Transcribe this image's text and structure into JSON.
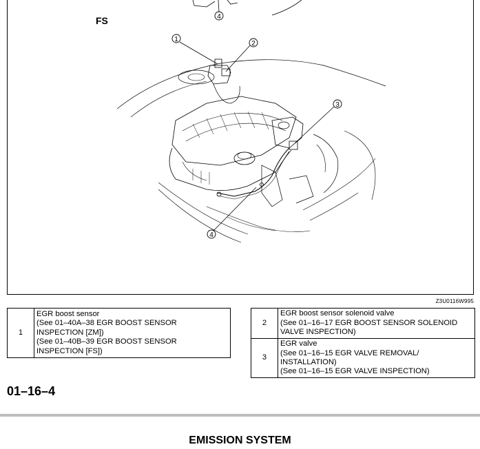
{
  "figure": {
    "variant_label": "FS",
    "figure_code": "Z3U0116W995",
    "callouts": [
      "1",
      "2",
      "3",
      "4",
      "4"
    ]
  },
  "parts_left": [
    {
      "number": "1",
      "lines": [
        "EGR boost sensor",
        "(See 01–40A–38 EGR BOOST SENSOR",
        "INSPECTION [ZM])",
        "(See 01–40B–39 EGR BOOST SENSOR",
        "INSPECTION [FS])"
      ]
    }
  ],
  "parts_right": [
    {
      "number": "2",
      "lines": [
        "EGR boost sensor solenoid valve",
        "(See 01–16–17 EGR BOOST SENSOR SOLENOID",
        "VALVE INSPECTION)"
      ]
    },
    {
      "number": "3",
      "lines": [
        "EGR valve",
        "(See 01–16–15 EGR VALVE REMOVAL/",
        "INSTALLATION)",
        "(See 01–16–15 EGR VALVE INSPECTION)"
      ]
    }
  ],
  "page_number": "01–16–4",
  "footer_title": "EMISSION SYSTEM"
}
